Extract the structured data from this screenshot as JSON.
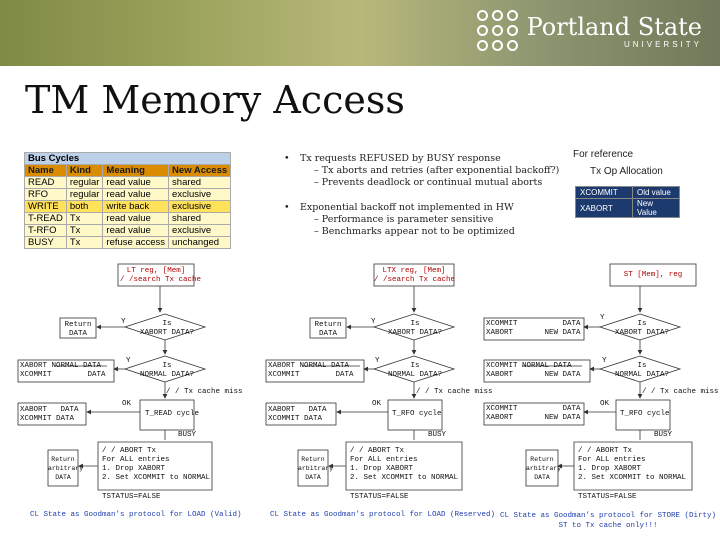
{
  "logo": {
    "name": "Portland State",
    "sub": "UNIVERSITY"
  },
  "title": "TM Memory Access",
  "bus_table": {
    "caption": "Bus Cycles",
    "headers": [
      "Name",
      "Kind",
      "Meaning",
      "New Access"
    ],
    "rows": [
      [
        "READ",
        "regular",
        "read value",
        "shared"
      ],
      [
        "RFO",
        "regular",
        "read value",
        "exclusive"
      ],
      [
        "WRITE",
        "both",
        "write back",
        "exclusive"
      ],
      [
        "T-READ",
        "Tx",
        "read value",
        "shared"
      ],
      [
        "T-RFO",
        "Tx",
        "read value",
        "exclusive"
      ],
      [
        "BUSY",
        "Tx",
        "refuse access",
        "unchanged"
      ]
    ]
  },
  "bullets": [
    {
      "text": "Tx requests REFUSED by BUSY response",
      "subs": [
        "Tx aborts and retries (after exponential backoff?)",
        "Prevents deadlock or continual mutual aborts"
      ]
    },
    {
      "text": "Exponential backoff not implemented in HW",
      "subs": [
        "Performance is parameter sensitive",
        "Benchmarks appear not to be optimized"
      ]
    }
  ],
  "ref": {
    "title": "For reference",
    "subtitle": "Tx Op Allocation",
    "rows": [
      [
        "XCOMMIT",
        "Old value"
      ],
      [
        "XABORT",
        "New Value"
      ]
    ]
  },
  "bullet_char": "•",
  "dash_char": "–",
  "flow": {
    "lt": {
      "head": "LT reg, [Mem]\n/ /search Tx cache",
      "ret1": "Return\nDATA",
      "y1": "Y",
      "q1": "Is\nXABORT DATA?",
      "box1": "XABORT NORMAL DATA\nXCOMMIT        DATA",
      "y2": "Y",
      "q2": "Is\nNORMAL DATA?",
      "miss": "/ / Tx cache miss",
      "box2": "XABORT   DATA\nXCOMMIT DATA",
      "ok": "OK",
      "cycle": "T_READ cycle",
      "busy": "BUSY",
      "ret2": "Return\narbitrary\nDATA",
      "proc": "/ / ABORT Tx\nFor ALL entries\n1. Drop XABORT\n2. Set XCOMMIT to NORMAL",
      "tstat": "TSTATUS=FALSE",
      "foot": "CL State as Goodman’s protocol for LOAD (Valid)"
    },
    "ltx": {
      "head": "LTX reg, [Mem]\n/ /search Tx cache",
      "ret1": "Return\nDATA",
      "y1": "Y",
      "q1": "Is\nXABORT DATA?",
      "box1": "XABORT NORMAL DATA\nXCOMMIT        DATA",
      "y2": "Y",
      "q2": "Is\nNORMAL DATA?",
      "miss": "/ / Tx cache miss",
      "box2": "XABORT   DATA\nXCOMMIT DATA",
      "ok": "OK",
      "cycle": "T_RFO cycle",
      "busy": "BUSY",
      "ret2": "Return\narbitrary\nDATA",
      "proc": "/ / ABORT Tx\nFor ALL entries\n1. Drop XABORT\n2. Set XCOMMIT to NORMAL",
      "tstat": "TSTATUS=FALSE",
      "foot": "CL State as Goodman’s protocol for LOAD (Reserved)"
    },
    "st": {
      "head": "ST [Mem], reg",
      "box0": "XCOMMIT          DATA\nXABORT       NEW DATA",
      "y1": "Y",
      "q1": "Is\nXABORT DATA?",
      "box1": "XCOMMIT NORMAL DATA\nXABORT       NEW DATA",
      "y2": "Y",
      "q2": "Is\nNORMAL DATA?",
      "miss": "/ / Tx cache miss",
      "box2": "XCOMMIT          DATA\nXABORT       NEW DATA",
      "ok": "OK",
      "cycle": "T_RFO cycle",
      "busy": "BUSY",
      "ret2": "Return\narbitrary\nDATA",
      "proc": "/ / ABORT Tx\nFor ALL entries\n1. Drop XABORT\n2. Set XCOMMIT to NORMAL",
      "tstat": "TSTATUS=FALSE",
      "foot": "CL State as Goodman’s protocol for STORE (Dirty)\nST to Tx cache only!!!"
    }
  }
}
